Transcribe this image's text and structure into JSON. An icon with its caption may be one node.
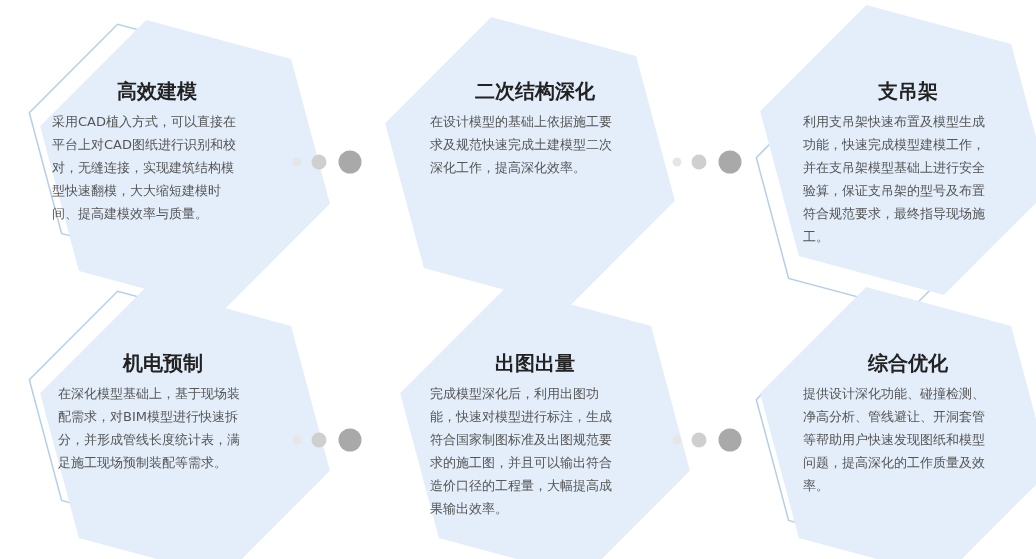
{
  "diagram": {
    "nodes": [
      {
        "text": [
          "高效建模",
          "采用CAD植入方式，可以直接在平台上对CAD图纸进行识别和校对，无缝连接，实现建筑结构模型快速翻模，大大缩短建模时间、提高建模效率与质量。"
        ]
      },
      {
        "text": [
          "二次结构深化",
          "在设计模型的基础上依据施工要求及规范快速完成土建模型二次深化工作，提高深化效率。"
        ]
      },
      {
        "text": [
          "支吊架",
          "利用支吊架快速布置及模型生成功能，快速完成模型建模工作，并在支吊架模型基础上进行安全验算，保证支吊架的型号及布置符合规范要求，最终指导现场施工。"
        ]
      },
      {
        "text": [
          "机电预制",
          "在深化模型基础上，基于现场装配需求，对BIM模型进行快速拆分，并形成管线长度统计表，满足施工现场预制装配等需求。"
        ]
      },
      {
        "text": [
          "出图出量",
          "完成模型深化后，利用出图功能，快速对模型进行标注，生成符合国家制图标准及出图规范要求的施工图，并且可以输出符合造价口径的工程量，大幅提高成果输出效率。"
        ]
      },
      {
        "text": [
          "综合优化",
          "提供设计深化功能、碰撞检测、净高分析、管线避让、开洞套管等帮助用户快速发现图纸和模型问题，提高深化的工作质量及效率。"
        ]
      }
    ]
  }
}
